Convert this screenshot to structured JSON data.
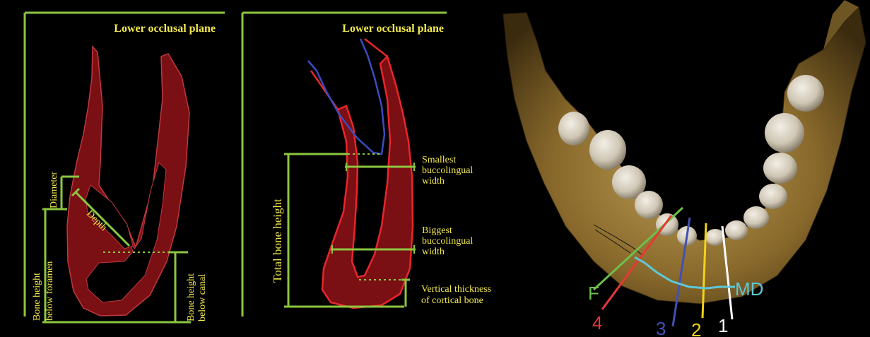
{
  "colors": {
    "background": "#000000",
    "guide_line": "#8cc63f",
    "label_text": "#f2e94e",
    "bone_fill": "#7a0f14",
    "bone_stroke": "#c0393f",
    "tooth_root_red": "#e8262b",
    "tooth_root_blue": "#3b4cc0",
    "line_F": "#6dbf4a",
    "line_4": "#e53935",
    "line_3": "#3f51b5",
    "line_2": "#f2d21b",
    "line_1": "#ffffff",
    "line_MD": "#5ec8d8"
  },
  "panel1": {
    "title": "Lower occlusal plane",
    "diameter_label": "Diameter",
    "depth_label": "Depth",
    "bone_height_below_foramen": [
      "Bone height",
      "below foramen"
    ],
    "bone_height_below_canal": [
      "Bone height",
      "below canal"
    ]
  },
  "panel2": {
    "title": "Lower occlusal plane",
    "total_bone_height": "Total bone height",
    "smallest_width": [
      "Smallest",
      "buccolingual",
      "width"
    ],
    "biggest_width": [
      "Biggest",
      "buccolingual",
      "width"
    ],
    "vertical_thickness": [
      "Vertical thickness",
      "of cortical bone"
    ]
  },
  "panel3": {
    "line_labels": {
      "F": "F",
      "L4": "4",
      "L3": "3",
      "L2": "2",
      "L1": "1",
      "MD": "MD"
    }
  }
}
